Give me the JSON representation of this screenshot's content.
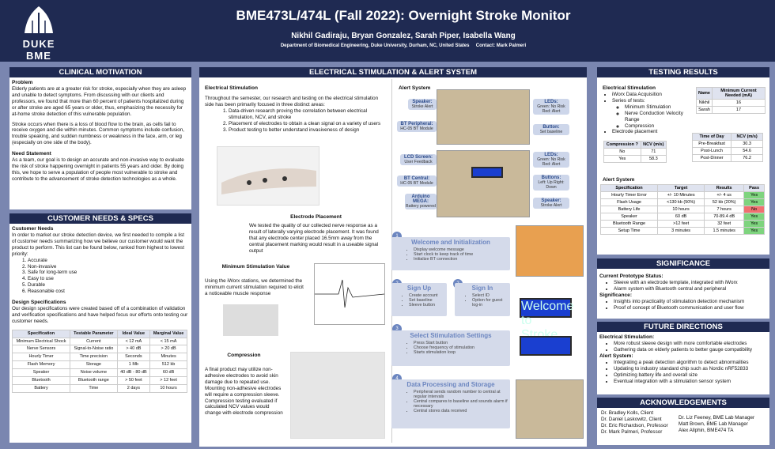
{
  "header": {
    "logo": "DUKE BME",
    "title": "BME473L/474L (Fall 2022): Overnight Stroke Monitor",
    "authors": "Nikhil Gadiraju, Bryan Gonzalez, Sarah Piper, Isabella Wang",
    "dept": "Department of Biomedical Engineering, Duke University, Durham, NC, United States",
    "contact": "Contact:  Mark Palmeri"
  },
  "clinical": {
    "head": "CLINICAL MOTIVATION",
    "problem_h": "Problem",
    "problem": "Elderly patients are at a greater risk for stroke, especially when they are asleep and unable to detect symptoms. From discussing with our clients and professors, we found that more than 60 percent of patients hospitalized during or after stroke are aged 65 years or older, thus, emphasizing the necessity for at-home stroke detection of this vulnerable population.",
    "p2": "Stroke occurs when there is a loss of blood flow to the brain, as cells fail to receive oxygen and die within minutes. Common symptoms include confusion, trouble speaking, and sudden numbness or weakness in the face, arm, or leg (especially on one side of the body).",
    "need_h": "Need Statement",
    "need": "As a team, our goal is to design an accurate and non-invasive way to evaluate the risk of stroke happening overnight in patients 55 years and older. By doing this, we hope to serve a population of people most vulnerable to stroke and contribute to the advancement of stroke detection technologies as a whole."
  },
  "needs": {
    "head": "CUSTOMER NEEDS & SPECS",
    "cn_h": "Customer Needs",
    "cn": "In order to market our stroke detection device, we first needed to compile a list of customer needs summarizing how we believe our customer would want the product to perform. This list can be found below, ranked from highest to lowest priority:",
    "list": [
      "Accurate",
      "Non-invasive",
      "Safe for long-term use",
      "Easy to use",
      "Durable",
      "Reasonable cost"
    ],
    "ds_h": "Design Specifications",
    "ds": "Our design specifications were created based off of a combination of validation and verification specifications and have helped focus our efforts onto testing our customer needs.",
    "cols": [
      "Specification",
      "Testable Parameter",
      "Ideal Value",
      "Marginal Value"
    ],
    "rows": [
      [
        "Minimum Electrical Shock",
        "Current",
        "< 12 mA",
        "< 15 mA"
      ],
      [
        "Nerve Sensors",
        "Signal-to-Noise ratio",
        "> 40 dB",
        "> 20 dB"
      ],
      [
        "Hourly Timer",
        "Time precision",
        "Seconds",
        "Minutes"
      ],
      [
        "Flash Memory",
        "Storage",
        "1 Mb",
        "512 kb"
      ],
      [
        "Speaker",
        "Noise volume",
        "40 dB - 80 dB",
        "60 dB"
      ],
      [
        "Bluetooth",
        "Bluetooth range",
        "> 50 feet",
        "> 12 feet"
      ],
      [
        "Battery",
        "Time",
        "2 days",
        "10 hours"
      ]
    ]
  },
  "middle": {
    "head": "ELECTRICAL STIMULATION & ALERT SYSTEM",
    "es_h": "Electrical Stimulation",
    "es": "Throughout the semester, our research and testing on the electrical stimulation side has been primarily focused in three distinct areas:",
    "es_list": [
      "Data-driven research proving the correlation between electrical stimulation, NCV, and stroke",
      "Placement of electrodes to obtain a clean signal on a variety of users",
      "Product testing to better understand invasiveness of design"
    ],
    "ep_h": "Electrode Placement",
    "ep": "We tested the quality of our collected nerve response as a result of laterally varying electrode placement. It was found that any electrode center placed 16.5mm away from the central placement marking would result in a useable signal output",
    "ms_h": "Minimum Stimulation Value",
    "ms": "Using the iWorx stations, we determined the minimum current stimulation required to elicit a noticeable muscle response",
    "comp_h": "Compression",
    "comp": "A final product may utilize non-adhesive electrodes to avoid skin damage due to repeated use. Mounting non-adhesive electrodes will require a compression sleeve. Compression testing evaluated if calculated NCV values would change with electrode compression",
    "alert_h": "Alert System",
    "labels": [
      {
        "t": "Speaker:",
        "s": "Stroke Alert"
      },
      {
        "t": "BT Peripheral:",
        "s": "HC-05 BT Module"
      },
      {
        "t": "LCD Screen:",
        "s": "User Feedback"
      },
      {
        "t": "BT Central:",
        "s": "HC-05 BT Module"
      },
      {
        "t": "Arduino MEGA:",
        "s": "Battery powered"
      },
      {
        "t": "LEDs:",
        "s": "Green: No Risk Red: Alert"
      },
      {
        "t": "Button:",
        "s": "Set baseline"
      },
      {
        "t": "LEDs:",
        "s": "Green: No Risk Red: Alert"
      },
      {
        "t": "Buttons:",
        "s": "Left: Up Right: Down"
      },
      {
        "t": "Speaker:",
        "s": "Stroke Alert"
      }
    ],
    "flow": [
      {
        "n": "1",
        "t": "Welcome and Initialization",
        "i": [
          "Display welcome message",
          "Start clock to keep track of time",
          "Initialize BT connection"
        ]
      },
      {
        "n": "2",
        "t": "Sign Up",
        "i": [
          "Create account",
          "Set baseline",
          "Sleeve button"
        ]
      },
      {
        "n": "2",
        "t": "Sign In",
        "i": [
          "Select ID",
          "Option for guest log-in"
        ]
      },
      {
        "n": "3",
        "t": "Select Stimulation Settings",
        "i": [
          "Press Start button",
          "Choose frequency of stimulation",
          "Starts stimulation loop"
        ]
      },
      {
        "n": "4",
        "t": "Data Processing and Storage",
        "i": [
          "Peripheral sends random number to central at regular intervals",
          "Central compares to baseline and sounds alarm if necessary",
          "Central stores data received"
        ]
      }
    ],
    "lcd": [
      "Welcome to",
      "Stroke Monitor"
    ]
  },
  "testing": {
    "head": "TESTING RESULTS",
    "es_h": "Electrical Stimulation",
    "bullets": [
      "iWorx Data Acquisition",
      "Series of tests:",
      "Electrode placement"
    ],
    "sub": [
      "Minimum Stimulation",
      "Nerve Conduction Velocity Range",
      "Compression"
    ],
    "t1": {
      "cols": [
        "Name",
        "Minimum Current Needed (mA)"
      ],
      "rows": [
        [
          "Nikhil",
          "16"
        ],
        [
          "Sarah",
          "17"
        ]
      ]
    },
    "t2": {
      "cols": [
        "Compression ?",
        "NCV (m/s)"
      ],
      "rows": [
        [
          "No",
          "71"
        ],
        [
          "Yes",
          "58.3"
        ]
      ]
    },
    "t3": {
      "cols": [
        "Time of Day",
        "NCV (m/s)"
      ],
      "rows": [
        [
          "Pre-Breakfast",
          "30.3"
        ],
        [
          "Post-Lunch",
          "54.6"
        ],
        [
          "Post-Dinner",
          "76.2"
        ]
      ]
    },
    "as_h": "Alert System",
    "t4": {
      "cols": [
        "Specification",
        "Target",
        "Results",
        "Pass"
      ],
      "rows": [
        [
          "Hourly Timer Error",
          "+/- 10 Minutes",
          "+/- 4 us",
          "Yes"
        ],
        [
          "Flash Usage",
          "<130 kb (50%)",
          "52 kb (20%)",
          "Yes"
        ],
        [
          "Battery Life",
          "10 hours",
          "7 hours",
          "No"
        ],
        [
          "Speaker",
          "60 dB",
          "70-89.4 dB",
          "Yes"
        ],
        [
          "Bluetooth Range",
          ">12 feet",
          "32 feet",
          "Yes"
        ],
        [
          "Setup Time",
          "3 minutes",
          "1.5 minutes",
          "Yes"
        ]
      ]
    }
  },
  "sig": {
    "head": "SIGNIFICANCE",
    "cp_h": "Current Prototype Status:",
    "cp": [
      "Sleeve with an electrode template, integrated with iWorx",
      "Alarm system with Bluetooth central and peripheral"
    ],
    "s_h": "Significance:",
    "s": [
      "Insights into practicality of stimulation detection mechanism",
      "Proof of concept of Bluetooth communication and user flow"
    ]
  },
  "future": {
    "head": "FUTURE DIRECTIONS",
    "es_h": "Electrical Stimulation:",
    "es": [
      "More robust sleeve design with more comfortable electrodes",
      "Gathering data on elderly patients to better gauge compatibility"
    ],
    "as_h": "Alert System:",
    "as": [
      "Integrating a peak detection algorithm to detect abnormalities",
      "Updating to industry standard chip such as Nordic nRF52833",
      "Optimizing battery life and overall size",
      "Eventual integration with a stimulation sensor system"
    ]
  },
  "ack": {
    "head": "ACKNOWLEDGEMENTS",
    "left": [
      "Dr. Bradley Kolls, Client",
      "Dr. Daniel Laskowitz, Client",
      "Dr. Eric Richardson, Professor",
      "Dr. Mark Palmeri, Professor"
    ],
    "right": [
      "Dr. Liz Feeney, BME Lab Manager",
      "Matt Brown, BME Lab Manager",
      "Alex Allphin, BME474 TA"
    ]
  }
}
